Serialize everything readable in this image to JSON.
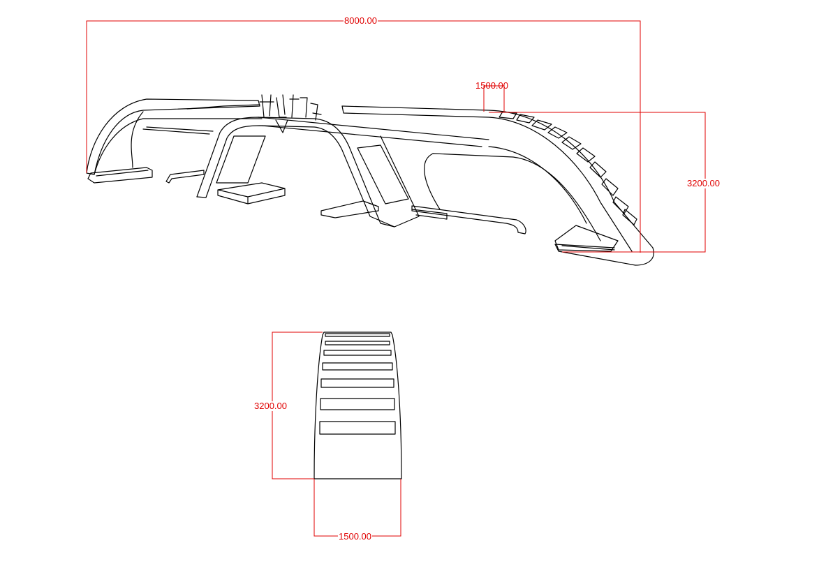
{
  "drawing": {
    "perspective_view": {
      "dimensions": {
        "overall_width": "8000.00",
        "module_width": "1500.00",
        "height": "3200.00"
      }
    },
    "front_view": {
      "dimensions": {
        "height": "3200.00",
        "width": "1500.00"
      }
    },
    "colors": {
      "dimension": "#e00000",
      "lines": "#000000"
    }
  }
}
